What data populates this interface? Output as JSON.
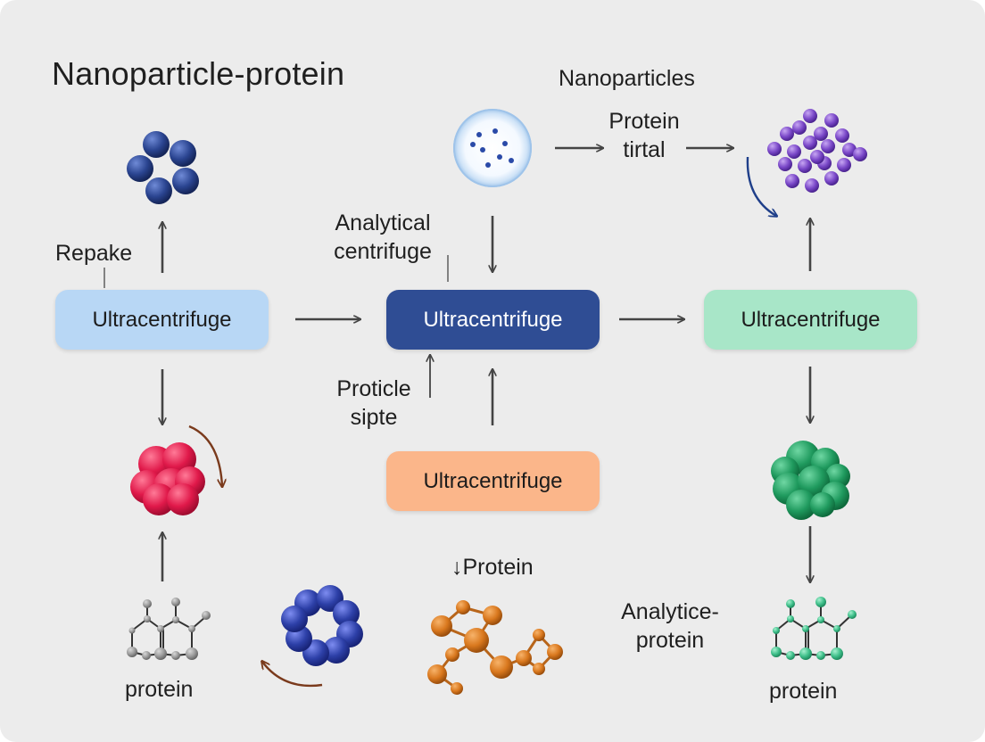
{
  "title": "Nanoparticle-protein",
  "labels": {
    "nanoparticles": "Nanoparticles",
    "protein_tirtal_1": "Protein",
    "protein_tirtal_2": "tirtal",
    "repake": "Repake",
    "analytical_centrifuge_1": "Analytical",
    "analytical_centrifuge_2": "centrifuge",
    "proticle_sipte_1": "Proticle",
    "proticle_sipte_2": "sipte",
    "protein_mid": "↓Protein",
    "analytice_protein_1": "Analytice-",
    "analytice_protein_2": "protein",
    "protein_left": "protein",
    "protein_right": "protein"
  },
  "boxes": {
    "left": {
      "label": "Ultracentrifuge",
      "color": "#b8d7f5",
      "text_color": "#1c1c1c"
    },
    "center": {
      "label": "Ultracentrifuge",
      "color": "#2f4d94",
      "text_color": "#ffffff"
    },
    "right": {
      "label": "Ultracentrifuge",
      "color": "#a8e6c8",
      "text_color": "#1c1c1c"
    },
    "bottom": {
      "label": "Ultracentrifuge",
      "color": "#fbb68a",
      "text_color": "#1c1c1c"
    }
  },
  "colors": {
    "arrow": "#444444",
    "curved_arrow_brown": "#7a3a1c",
    "curved_arrow_blue": "#1f3f8a",
    "navy_spheres": "#2a4490",
    "purple_spheres": "#7a48c8",
    "red_cluster": "#e0194a",
    "green_cluster": "#1f9a5e",
    "blue_ring": "#2d40a8",
    "orange_molecule": "#d9781e",
    "gray_molecule": "#9a9a9a",
    "teal_molecule": "#3fbf8a",
    "nanoparticle_shell": "#bcdcf5"
  },
  "icons": [
    "navy-sphere-cluster-icon",
    "nanoparticle-sphere-icon",
    "purple-particle-cloud-icon",
    "red-protein-cluster-icon",
    "green-protein-cluster-icon",
    "blue-ring-protein-icon",
    "orange-molecule-icon",
    "gray-molecule-icon",
    "teal-molecule-icon"
  ]
}
